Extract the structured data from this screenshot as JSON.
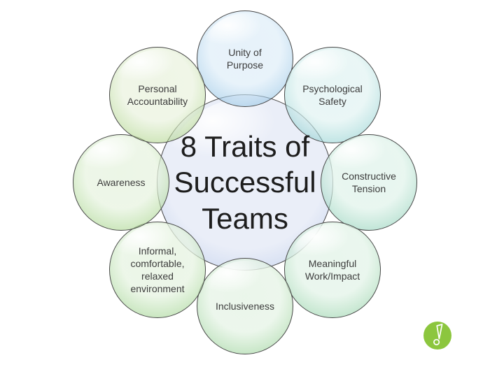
{
  "canvas": {
    "background": "#ffffff"
  },
  "center": {
    "title": "8 Traits of\nSuccessful\nTeams",
    "fill": "#eaeef8",
    "rim": "#a9bfe6",
    "title_color": "#1d1d1d"
  },
  "bubbles": [
    {
      "id": "unity-of-purpose",
      "label": "Unity of\nPurpose",
      "fill": "#e1eff9",
      "rim": "#74b3dc"
    },
    {
      "id": "psychological-safety",
      "label": "Psychological\nSafety",
      "fill": "#e3f4f3",
      "rim": "#6cc3c4"
    },
    {
      "id": "constructive-tension",
      "label": "Constructive\nTension",
      "fill": "#e2f4ec",
      "rim": "#6cc3a5"
    },
    {
      "id": "meaningful-work-impact",
      "label": "Meaningful\nWork/Impact",
      "fill": "#e4f4e9",
      "rim": "#74c591"
    },
    {
      "id": "inclusiveness",
      "label": "Inclusiveness",
      "fill": "#e6f4e6",
      "rim": "#7cc57c"
    },
    {
      "id": "informal-environment",
      "label": "Informal,\ncomfortable,\nrelaxed\nenvironment",
      "fill": "#e7f4e2",
      "rim": "#84c66e"
    },
    {
      "id": "awareness",
      "label": "Awareness",
      "fill": "#e8f4e1",
      "rim": "#8cc765"
    },
    {
      "id": "personal-accountability",
      "label": "Personal\nAccountability",
      "fill": "#ebf3e0",
      "rim": "#97c763"
    }
  ],
  "label_color": "#3c3c3c",
  "outline_color": "#474747",
  "logo": {
    "color": "#8cc63e",
    "mark_color": "#ffffff"
  }
}
